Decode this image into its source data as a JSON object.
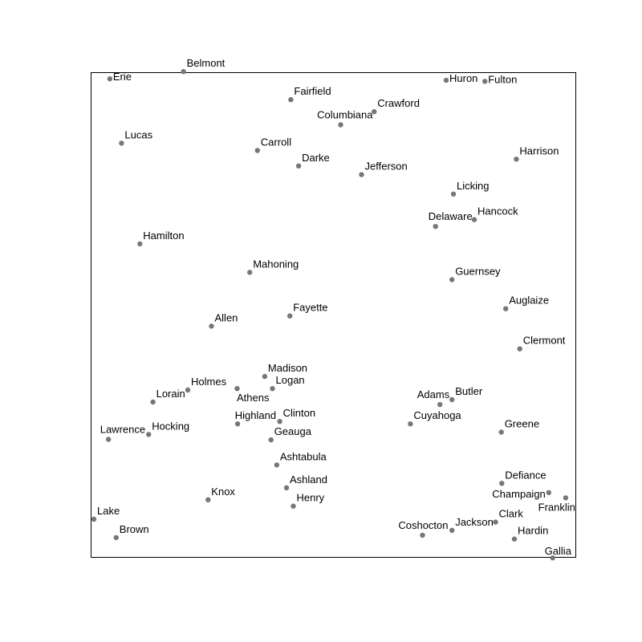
{
  "chart_data": {
    "type": "scatter",
    "title": "",
    "xlabel": "",
    "ylabel": "",
    "xlim": [
      0,
      1
    ],
    "ylim": [
      0,
      1
    ],
    "grid": false,
    "legend": "none",
    "point_color": "#777777",
    "points": [
      {
        "label": "Erie",
        "x": 0.038,
        "y": 0.988
      },
      {
        "label": "Belmont",
        "x": 0.19,
        "y": 1.003
      },
      {
        "label": "Fairfield",
        "x": 0.412,
        "y": 0.945
      },
      {
        "label": "Huron",
        "x": 0.733,
        "y": 0.985
      },
      {
        "label": "Fulton",
        "x": 0.813,
        "y": 0.983
      },
      {
        "label": "Crawford",
        "x": 0.584,
        "y": 0.92
      },
      {
        "label": "Columbiana",
        "x": 0.515,
        "y": 0.893
      },
      {
        "label": "Lucas",
        "x": 0.062,
        "y": 0.855
      },
      {
        "label": "Carroll",
        "x": 0.343,
        "y": 0.84
      },
      {
        "label": "Darke",
        "x": 0.428,
        "y": 0.808
      },
      {
        "label": "Jefferson",
        "x": 0.558,
        "y": 0.79
      },
      {
        "label": "Harrison",
        "x": 0.878,
        "y": 0.822
      },
      {
        "label": "Licking",
        "x": 0.748,
        "y": 0.75
      },
      {
        "label": "Delaware",
        "x": 0.711,
        "y": 0.683
      },
      {
        "label": "Hancock",
        "x": 0.791,
        "y": 0.697
      },
      {
        "label": "Hamilton",
        "x": 0.1,
        "y": 0.647
      },
      {
        "label": "Mahoning",
        "x": 0.327,
        "y": 0.588
      },
      {
        "label": "Guernsey",
        "x": 0.745,
        "y": 0.573
      },
      {
        "label": "Auglaize",
        "x": 0.856,
        "y": 0.513
      },
      {
        "label": "Allen",
        "x": 0.248,
        "y": 0.477
      },
      {
        "label": "Fayette",
        "x": 0.41,
        "y": 0.498
      },
      {
        "label": "Clermont",
        "x": 0.885,
        "y": 0.43
      },
      {
        "label": "Madison",
        "x": 0.358,
        "y": 0.373
      },
      {
        "label": "Logan",
        "x": 0.374,
        "y": 0.348
      },
      {
        "label": "Holmes",
        "x": 0.199,
        "y": 0.345
      },
      {
        "label": "Athens",
        "x": 0.301,
        "y": 0.348
      },
      {
        "label": "Lorain",
        "x": 0.127,
        "y": 0.32
      },
      {
        "label": "Adams",
        "x": 0.72,
        "y": 0.315
      },
      {
        "label": "Butler",
        "x": 0.745,
        "y": 0.325
      },
      {
        "label": "Highland",
        "x": 0.302,
        "y": 0.275
      },
      {
        "label": "Clinton",
        "x": 0.389,
        "y": 0.28
      },
      {
        "label": "Cuyahoga",
        "x": 0.659,
        "y": 0.275
      },
      {
        "label": "Greene",
        "x": 0.847,
        "y": 0.258
      },
      {
        "label": "Lawrence",
        "x": 0.035,
        "y": 0.243
      },
      {
        "label": "Hocking",
        "x": 0.118,
        "y": 0.253
      },
      {
        "label": "Geauga",
        "x": 0.371,
        "y": 0.242
      },
      {
        "label": "Ashtabula",
        "x": 0.383,
        "y": 0.19
      },
      {
        "label": "Ashland",
        "x": 0.403,
        "y": 0.143
      },
      {
        "label": "Defiance",
        "x": 0.848,
        "y": 0.152
      },
      {
        "label": "Champaign",
        "x": 0.945,
        "y": 0.133
      },
      {
        "label": "Franklin",
        "x": 0.98,
        "y": 0.122
      },
      {
        "label": "Knox",
        "x": 0.241,
        "y": 0.118
      },
      {
        "label": "Henry",
        "x": 0.417,
        "y": 0.105
      },
      {
        "label": "Lake",
        "x": 0.005,
        "y": 0.078
      },
      {
        "label": "Clark",
        "x": 0.835,
        "y": 0.072
      },
      {
        "label": "Jackson",
        "x": 0.745,
        "y": 0.055
      },
      {
        "label": "Coshocton",
        "x": 0.684,
        "y": 0.045
      },
      {
        "label": "Brown",
        "x": 0.051,
        "y": 0.04
      },
      {
        "label": "Hardin",
        "x": 0.874,
        "y": 0.037
      },
      {
        "label": "Gallia",
        "x": 0.953,
        "y": -0.002
      }
    ]
  }
}
